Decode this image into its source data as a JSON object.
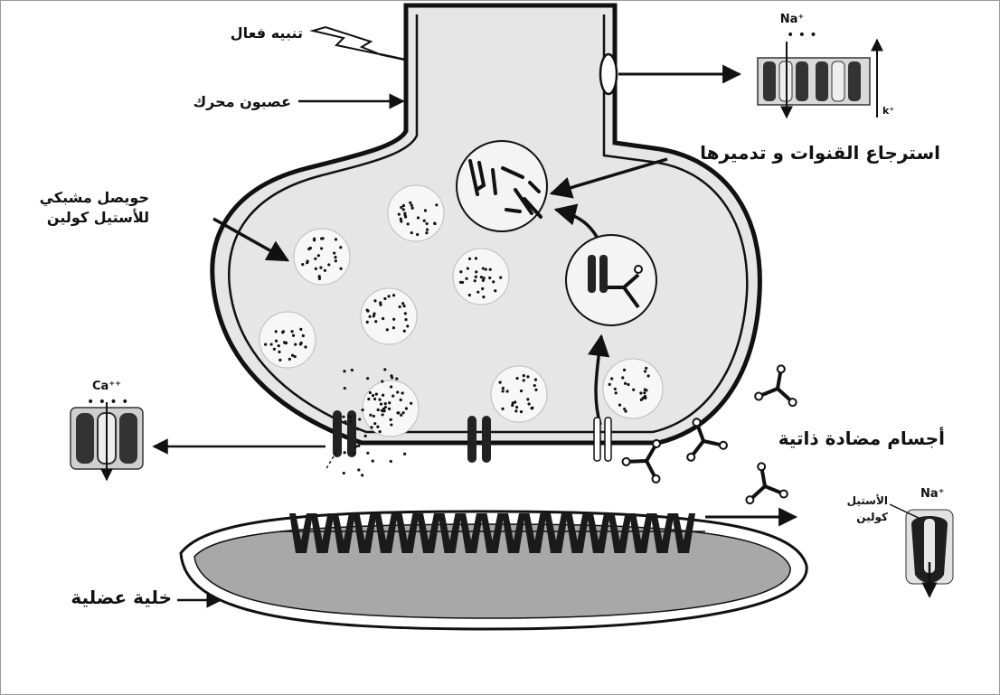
{
  "labels": {
    "effective_stimulus": "تنبيه فعال",
    "motor_neuron": "عصبون محرك",
    "synaptic_vesicle_line1": "حويصل مشبكي",
    "synaptic_vesicle_line2": "للأستيل كولين",
    "channel_recovery": "استرجاع القنوات و تدميرها",
    "autoantibodies": "أجسام مضادة ذاتية",
    "muscle_cell": "خلية عضلية",
    "acetylcholine_line1": "الأستيل",
    "acetylcholine_line2": "كولين"
  },
  "ions": {
    "sodium_top": "Na⁺",
    "potassium": "k⁺",
    "calcium": "Ca⁺⁺",
    "sodium_receptor": "Na⁺"
  },
  "colors": {
    "cytoplasm": "#e6e6e6",
    "muscle": "#a8a8a8",
    "ink": "#111111"
  }
}
